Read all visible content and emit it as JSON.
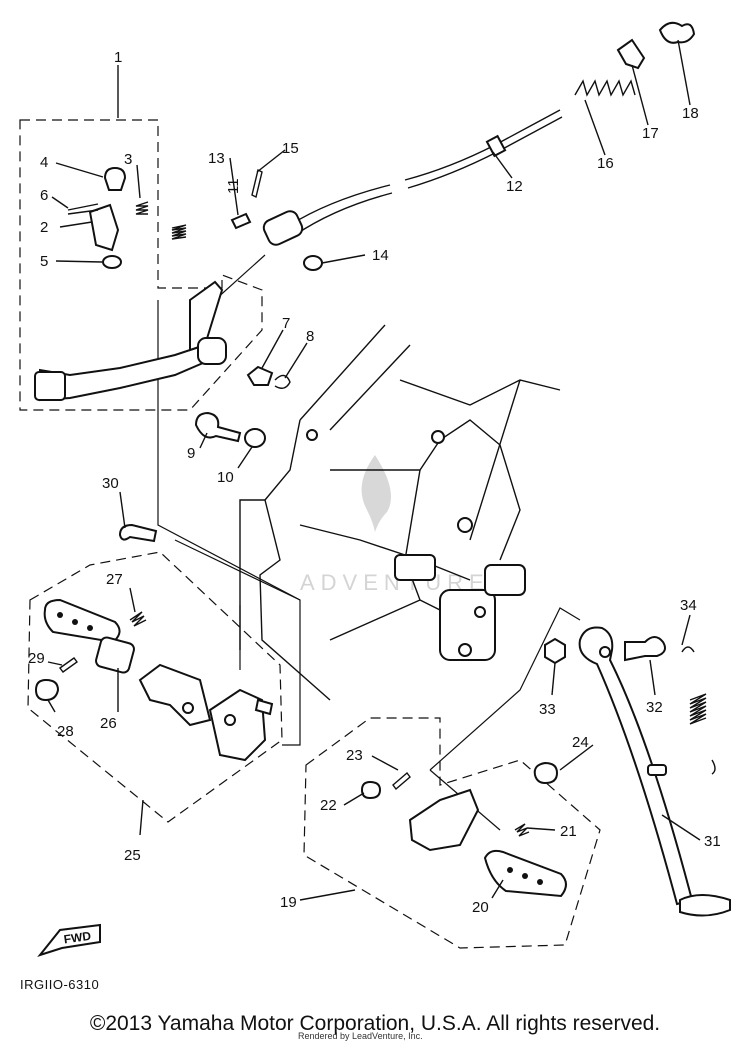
{
  "diagram": {
    "parts": [
      {
        "num": "1"
      },
      {
        "num": "2"
      },
      {
        "num": "3"
      },
      {
        "num": "4"
      },
      {
        "num": "5"
      },
      {
        "num": "6"
      },
      {
        "num": "7"
      },
      {
        "num": "8"
      },
      {
        "num": "9"
      },
      {
        "num": "10"
      },
      {
        "num": "11"
      },
      {
        "num": "12"
      },
      {
        "num": "13"
      },
      {
        "num": "14"
      },
      {
        "num": "15"
      },
      {
        "num": "16"
      },
      {
        "num": "17"
      },
      {
        "num": "18"
      },
      {
        "num": "19"
      },
      {
        "num": "20"
      },
      {
        "num": "21"
      },
      {
        "num": "22"
      },
      {
        "num": "23"
      },
      {
        "num": "24"
      },
      {
        "num": "25"
      },
      {
        "num": "26"
      },
      {
        "num": "27"
      },
      {
        "num": "28"
      },
      {
        "num": "29"
      },
      {
        "num": "30"
      },
      {
        "num": "31"
      },
      {
        "num": "32"
      },
      {
        "num": "33"
      },
      {
        "num": "34"
      }
    ],
    "diagram_code": "IRGIIO-6310",
    "fwd_label": "FWD",
    "watermark_text": "ADVENTURE"
  },
  "footer": {
    "copyright": "©2013 Yamaha Motor Corporation, U.S.A. All rights reserved.",
    "rendered_by": "Rendered by LeadVenture, Inc."
  }
}
